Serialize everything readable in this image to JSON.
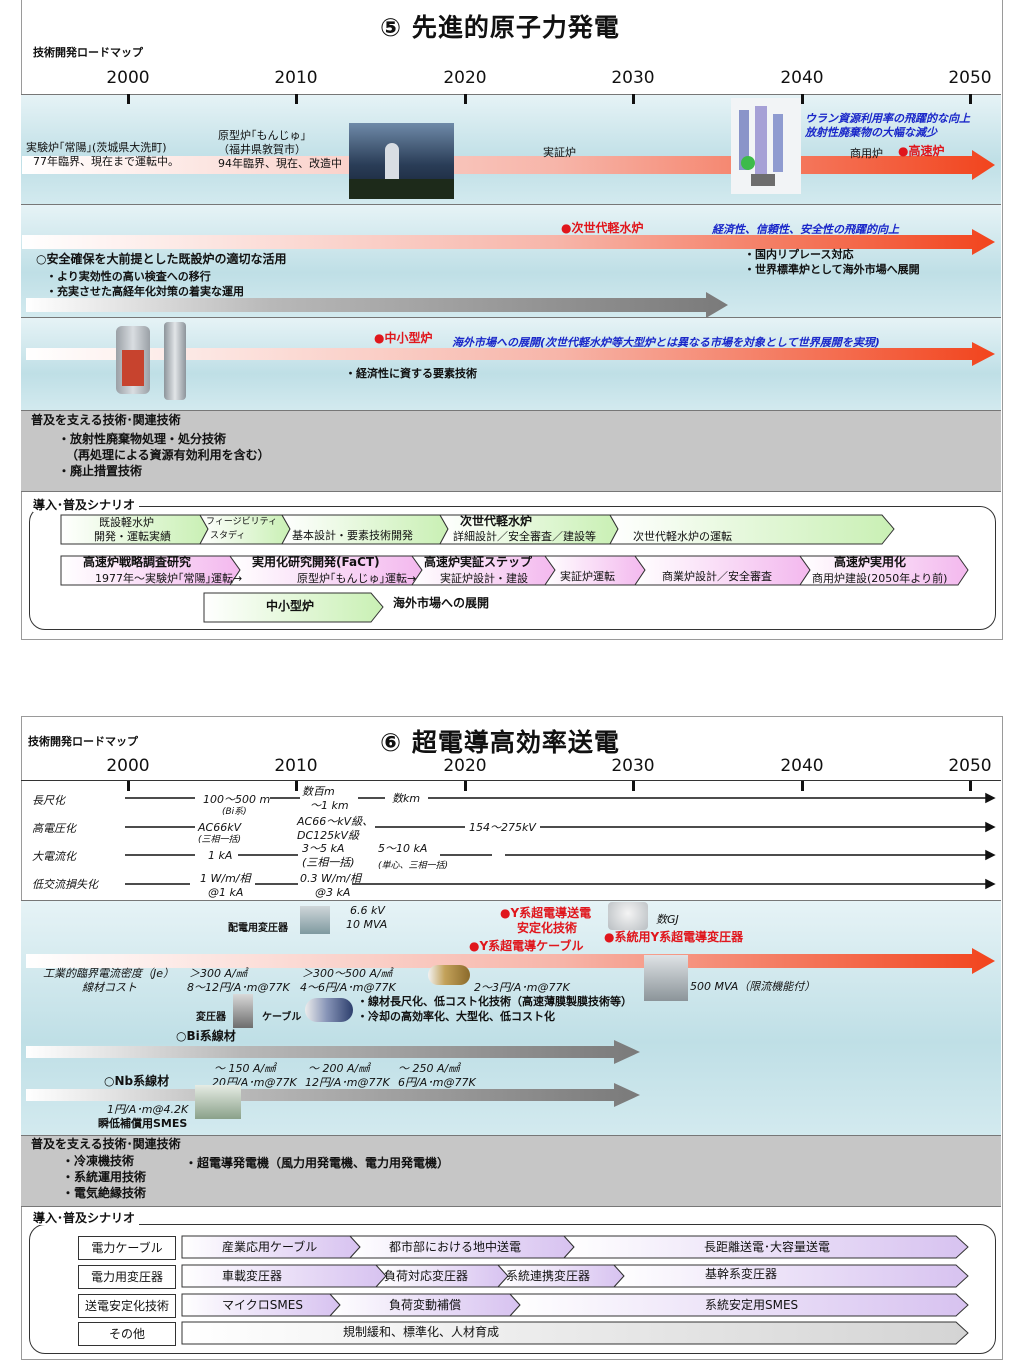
{
  "panel5": {
    "title": "⑤ 先進的原子力発電",
    "roadmap_label": "技術開発ロードマップ",
    "years": [
      "2000",
      "2010",
      "2020",
      "2030",
      "2040",
      "2050"
    ],
    "fbr": {
      "joyo": "実験炉｢常陽｣(茨城県大洗町)",
      "joyo2": "77年臨界、現在まで運転中。",
      "monju1": "原型炉｢もんじゅ｣",
      "monju2": "（福井県敦賀市）",
      "monju3": "94年臨界、現在、改造中",
      "demo": "実証炉",
      "commercial": "商用炉",
      "fbr_label": "●高速炉",
      "benefit1": "ウラン資源利用率の飛躍的な向上",
      "benefit2": "放射性廃棄物の大幅な減少"
    },
    "lwr": {
      "next_label": "●次世代軽水炉",
      "benefit": "経済性、信頼性、安全性の飛躍的向上",
      "item1": "○安全確保を大前提とした既設炉の適切な活用",
      "item2": "・より実効性の高い検査への移行",
      "item3": "・充実させた高経年化対策の着実な運用",
      "r1": "・国内リプレース対応",
      "r2": "・世界標準炉として海外市場へ展開"
    },
    "smr": {
      "label": "●中小型炉",
      "benefit": "海外市場への展開(次世代軽水炉等大型炉とは異なる市場を対象として世界展開を実現)",
      "item": "・経済性に資する要素技術"
    },
    "support": {
      "title": "普及を支える技術･関連技術",
      "l1": "・放射性廃棄物処理・処分技術",
      "l2": "（再処理による資源有効利用を含む）",
      "l3": "・廃止措置技術"
    },
    "scenario": {
      "title": "導入･普及シナリオ",
      "row1": [
        "既設軽水炉",
        "開発・運転実績",
        "フィージビリティ",
        "スタディ",
        "基本設計・要素技術開発",
        "次世代軽水炉",
        "詳細設計／安全審査／建設等",
        "次世代軽水炉の運転"
      ],
      "row2": [
        "高速炉戦略調査研究",
        "1977年～実験炉｢常陽｣運転→",
        "実用化研究開発(FaCT)",
        "原型炉｢もんじゅ｣運転→",
        "高速炉実証ステップ",
        "実証炉設計・建設",
        "実証炉運転",
        "商業炉設計／安全審査",
        "高速炉実用化",
        "商用炉建設(2050年より前)"
      ],
      "row3": [
        "中小型炉",
        "海外市場への展開"
      ]
    }
  },
  "panel6": {
    "title": "⑥ 超電導高効率送電",
    "roadmap_label": "技術開発ロードマップ",
    "years": [
      "2000",
      "2010",
      "2020",
      "2030",
      "2040",
      "2050"
    ],
    "rows": {
      "r1": [
        "長尺化",
        "100～500 m",
        "(Bi系)",
        "数百m",
        "～1 km",
        "数km"
      ],
      "r2": [
        "高電圧化",
        "AC66kV",
        "(三相一括)",
        "AC66～kV級、",
        "DC125kV級",
        "154～275kV"
      ],
      "r3": [
        "大電流化",
        "1 kA",
        "3～5 kA",
        "(三相一括)",
        "5～10 kA",
        "(単心、三相一括)"
      ],
      "r4": [
        "低交流損失化",
        "1 W/m/相",
        "@1 kA",
        "0.3 W/m/相",
        "@3 kA"
      ]
    },
    "main": {
      "transformer_dist": "配電用変圧器",
      "kv": "6.6 kV",
      "mva": "10 MVA",
      "ycable_stab1": "●Y系超電導送電",
      "ycable_stab2": "安定化技術",
      "gj": "数GJ",
      "ytrans": "●系統用Y系超電導変圧器",
      "ycable": "●Y系超電導ケーブル",
      "je1": "工業的臨界電流密度（Je）",
      "je2": "線材コスト",
      "a1": "＞300 A/㎟",
      "a2": "8～12円/A･m@77K",
      "b1": "＞300～500 A/㎟",
      "b2": "4～6円/A･m@77K",
      "c2": "2～3円/A･m@77K",
      "mva500": "500 MVA（限流機能付）",
      "trans": "変圧器",
      "cable": "ケーブル",
      "t1": "・線材長尺化、低コスト化技術（高速薄膜製膜技術等）",
      "t2": "・冷却の高効率化、大型化、低コスト化",
      "bi": "○Bi系線材",
      "d1": "～ 150 A/㎟",
      "d2": "20円/A･m@77K",
      "e1": "～ 200 A/㎟",
      "e2": "12円/A･m@77K",
      "f1": "～ 250 A/㎟",
      "f2": "6円/A･m@77K",
      "nb": "○Nb系線材",
      "nb1": "1円/A･m@4.2K",
      "smes": "瞬低補償用SMES"
    },
    "support": {
      "title": "普及を支える技術･関連技術",
      "l1": "・冷凍機技術",
      "l2": "・系統運用技術",
      "l3": "・電気絶縁技術",
      "r1": "・超電導発電機（風力用発電機、電力用発電機）"
    },
    "scenario": {
      "title": "導入･普及シナリオ",
      "labels": [
        "電力ケーブル",
        "電力用変圧器",
        "送電安定化技術",
        "その他"
      ],
      "cable": [
        "産業応用ケーブル",
        "都市部における地中送電",
        "長距離送電･大容量送電"
      ],
      "trans": [
        "車載変圧器",
        "負荷対応変圧器",
        "系統連携変圧器",
        "基幹系変圧器"
      ],
      "stab": [
        "マイクロSMES",
        "負荷変動補償",
        "系統安定用SMES"
      ],
      "other": [
        "規制緩和、標準化、人材育成"
      ]
    }
  }
}
